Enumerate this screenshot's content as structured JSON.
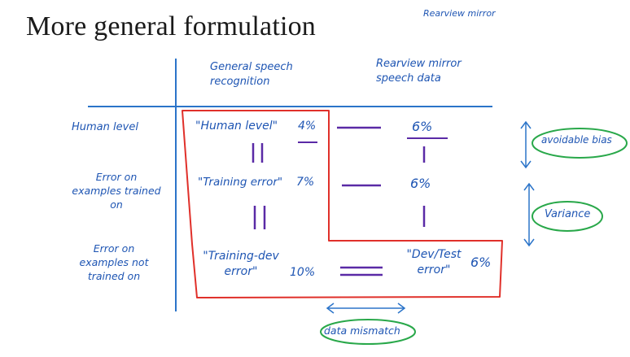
{
  "title": "More general formulation",
  "top_note": "Rearview mirror",
  "columns": {
    "general": [
      "General speech",
      "recognition"
    ],
    "rearview": [
      "Rearview mirror",
      "speech data"
    ]
  },
  "rows": {
    "human_level": "Human level",
    "trained_on": [
      "Error on",
      "examples trained",
      "on"
    ],
    "not_trained_on": [
      "Error on",
      "examples not",
      "trained on"
    ]
  },
  "cells": {
    "human_level": "\"Human level\"",
    "human_level_val": "4%",
    "rearview_human_val": "6%",
    "training_error": "\"Training error\"",
    "training_error_val": "7%",
    "rearview_training_val": "6%",
    "training_dev_error": [
      "\"Training-dev",
      "error\""
    ],
    "training_dev_val": "10%",
    "dev_test_error": [
      "\"Dev/Test",
      "error\""
    ],
    "dev_test_val": "6%"
  },
  "annotations": {
    "avoidable_bias": "avoidable bias",
    "variance": "Variance",
    "data_mismatch": "data mismatch"
  },
  "colors": {
    "ink_blue": "#1e55b3",
    "ink_purple": "#5a2aa6",
    "ink_red": "#e0302a",
    "ink_green": "#29a84a"
  }
}
